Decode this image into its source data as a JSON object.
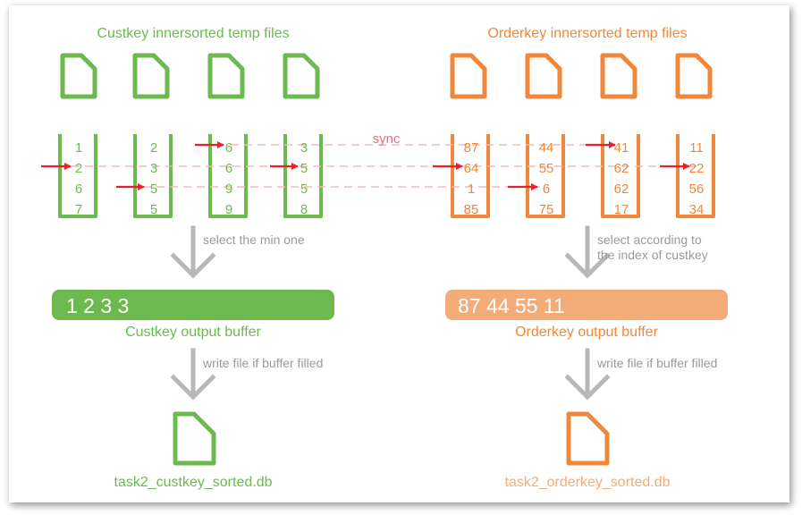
{
  "colors": {
    "green": "#6cba4f",
    "green_dark": "#5aa542",
    "orange": "#f0883c",
    "orange_light": "#f3ab78",
    "gray": "#b5b5b5",
    "gray_text": "#9a9a9a",
    "red": "#e8202a",
    "pink_dash": "#f5b8b8"
  },
  "left": {
    "title": "Custkey innersorted temp files",
    "columns": [
      [
        "1",
        "2",
        "6",
        "7"
      ],
      [
        "2",
        "3",
        "5",
        "5"
      ],
      [
        "6",
        "6",
        "9",
        "9"
      ],
      [
        "3",
        "5",
        "5",
        "8"
      ]
    ],
    "select_label": "select the min one",
    "buffer_values": "1 2 3 3",
    "buffer_label": "Custkey output buffer",
    "write_label": "write file if buffer filled",
    "output_file": "task2_custkey_sorted.db"
  },
  "right": {
    "title": "Orderkey innersorted temp files",
    "columns": [
      [
        "87",
        "64",
        "1",
        "85"
      ],
      [
        "44",
        "55",
        "6",
        "75"
      ],
      [
        "41",
        "62",
        "62",
        "17"
      ],
      [
        "11",
        "22",
        "56",
        "34"
      ]
    ],
    "select_label_line1": "select according to",
    "select_label_line2": "the index of custkey",
    "buffer_values": "87 44 55 11",
    "buffer_label": "Orderkey output buffer",
    "write_label": "write file if buffer filled",
    "output_file": "task2_orderkey_sorted.db"
  },
  "sync_label": "sync"
}
